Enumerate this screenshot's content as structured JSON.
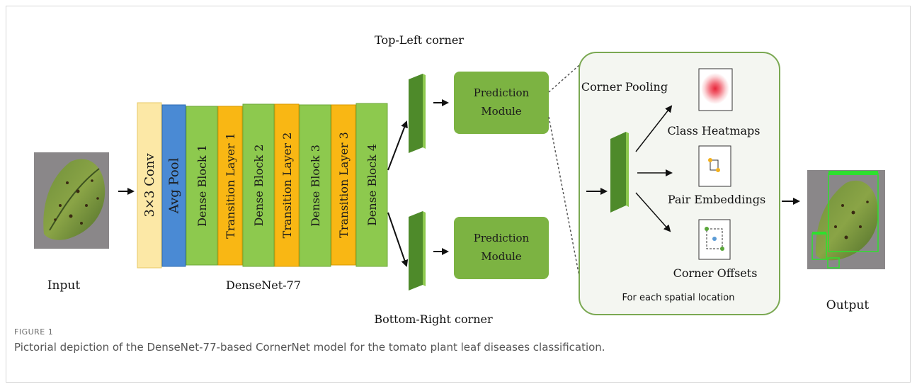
{
  "diagram": {
    "input_label": "Input",
    "output_label": "Output",
    "backbone_label": "DenseNet-77",
    "blocks": [
      {
        "label": "3×3 Conv",
        "color": "#fce8a6"
      },
      {
        "label": "Avg Pool",
        "color": "#4a8ad4"
      },
      {
        "label": "Dense Block 1",
        "color": "#8dc94e"
      },
      {
        "label": "Transition Layer 1",
        "color": "#f9b714"
      },
      {
        "label": "Dense Block 2",
        "color": "#8dc94e"
      },
      {
        "label": "Transition Layer 2",
        "color": "#f9b714"
      },
      {
        "label": "Dense Block 3",
        "color": "#8dc94e"
      },
      {
        "label": "Transition Layer 3",
        "color": "#f9b714"
      },
      {
        "label": "Dense Block 4",
        "color": "#8dc94e"
      }
    ],
    "top_branch_label": "Top-Left corner",
    "bottom_branch_label": "Bottom-Right corner",
    "prediction_module_top": [
      "Prediction",
      "Module"
    ],
    "prediction_module_bottom": [
      "Prediction",
      "Module"
    ],
    "corner_pooling_label": "Corner Pooling",
    "outputs": [
      "Class Heatmaps",
      "Pair Embeddings",
      "Corner Offsets"
    ],
    "spatial_note": "For each spatial location",
    "colors": {
      "module_green": "#7cb342",
      "feature_dark_green": "#4e8a2a",
      "panel_border": "#7aa852",
      "panel_bg": "#f4f6f1"
    }
  },
  "figure": {
    "label": "FIGURE 1",
    "caption": "Pictorial depiction of the DenseNet-77-based CornerNet model for the tomato plant leaf diseases classification."
  }
}
